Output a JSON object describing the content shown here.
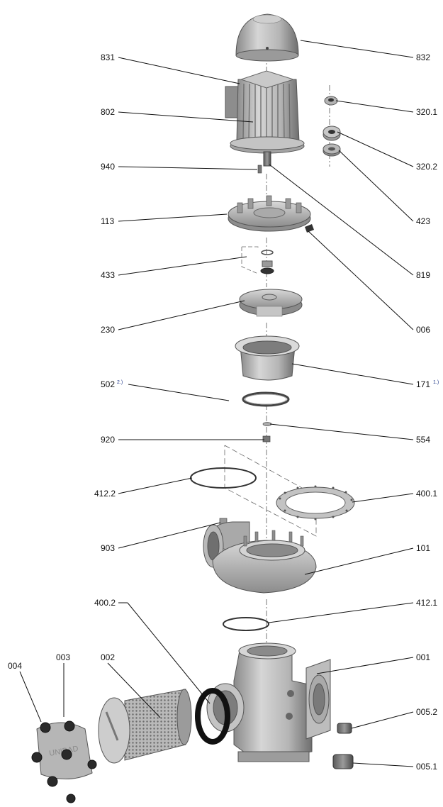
{
  "diagram": {
    "type": "exploded-view parts drawing",
    "left_labels": {
      "p831": "831",
      "p802": "802",
      "p940": "940",
      "p113": "113",
      "p433": "433",
      "p230": "230",
      "p502": "502",
      "p920": "920",
      "p412_2": "412.2",
      "p903": "903",
      "p400_2": "400.2",
      "p002": "002",
      "p003": "003",
      "p004": "004"
    },
    "right_labels": {
      "p832": "832",
      "p320_1": "320.1",
      "p320_2": "320.2",
      "p423": "423",
      "p819": "819",
      "p006": "006",
      "p171": "171",
      "p554": "554",
      "p400_1": "400.1",
      "p101": "101",
      "p412_1": "412.1",
      "p001": "001",
      "p005_2": "005.2",
      "p005_1": "005.1"
    },
    "footnote_marks": {
      "note1": "1.)",
      "note2": "2.)"
    },
    "housing_logo_text": "UNIBAD"
  }
}
